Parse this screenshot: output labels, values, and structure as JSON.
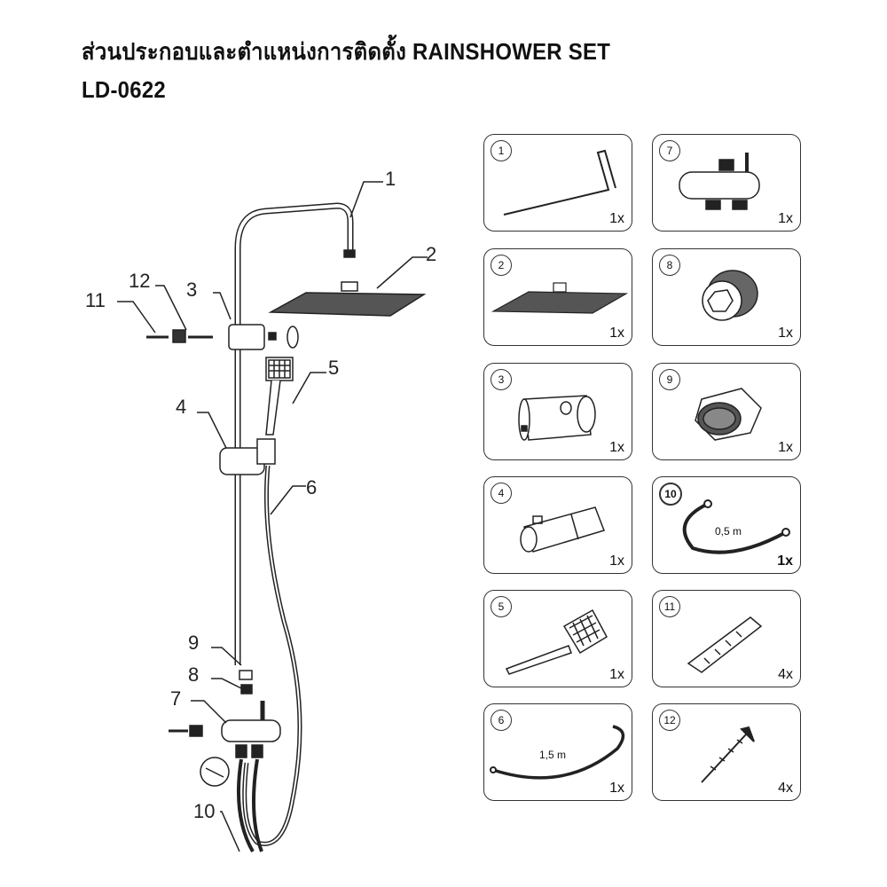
{
  "header": {
    "title": "ส่วนประกอบและตำแหน่งการติดตั้ง  RAINSHOWER  SET",
    "model": "LD-0622"
  },
  "diagram_callouts": [
    "1",
    "2",
    "3",
    "4",
    "5",
    "6",
    "7",
    "8",
    "9",
    "10",
    "11",
    "12"
  ],
  "parts": [
    {
      "number": "1",
      "qty": "1x"
    },
    {
      "number": "7",
      "qty": "1x"
    },
    {
      "number": "2",
      "qty": "1x"
    },
    {
      "number": "8",
      "qty": "1x"
    },
    {
      "number": "3",
      "qty": "1x"
    },
    {
      "number": "9",
      "qty": "1x"
    },
    {
      "number": "4",
      "qty": "1x"
    },
    {
      "number": "10",
      "qty": "1x",
      "length": "0,5 m"
    },
    {
      "number": "5",
      "qty": "1x"
    },
    {
      "number": "11",
      "qty": "4x"
    },
    {
      "number": "6",
      "qty": "1x",
      "length": "1,5 m"
    },
    {
      "number": "12",
      "qty": "4x"
    }
  ]
}
